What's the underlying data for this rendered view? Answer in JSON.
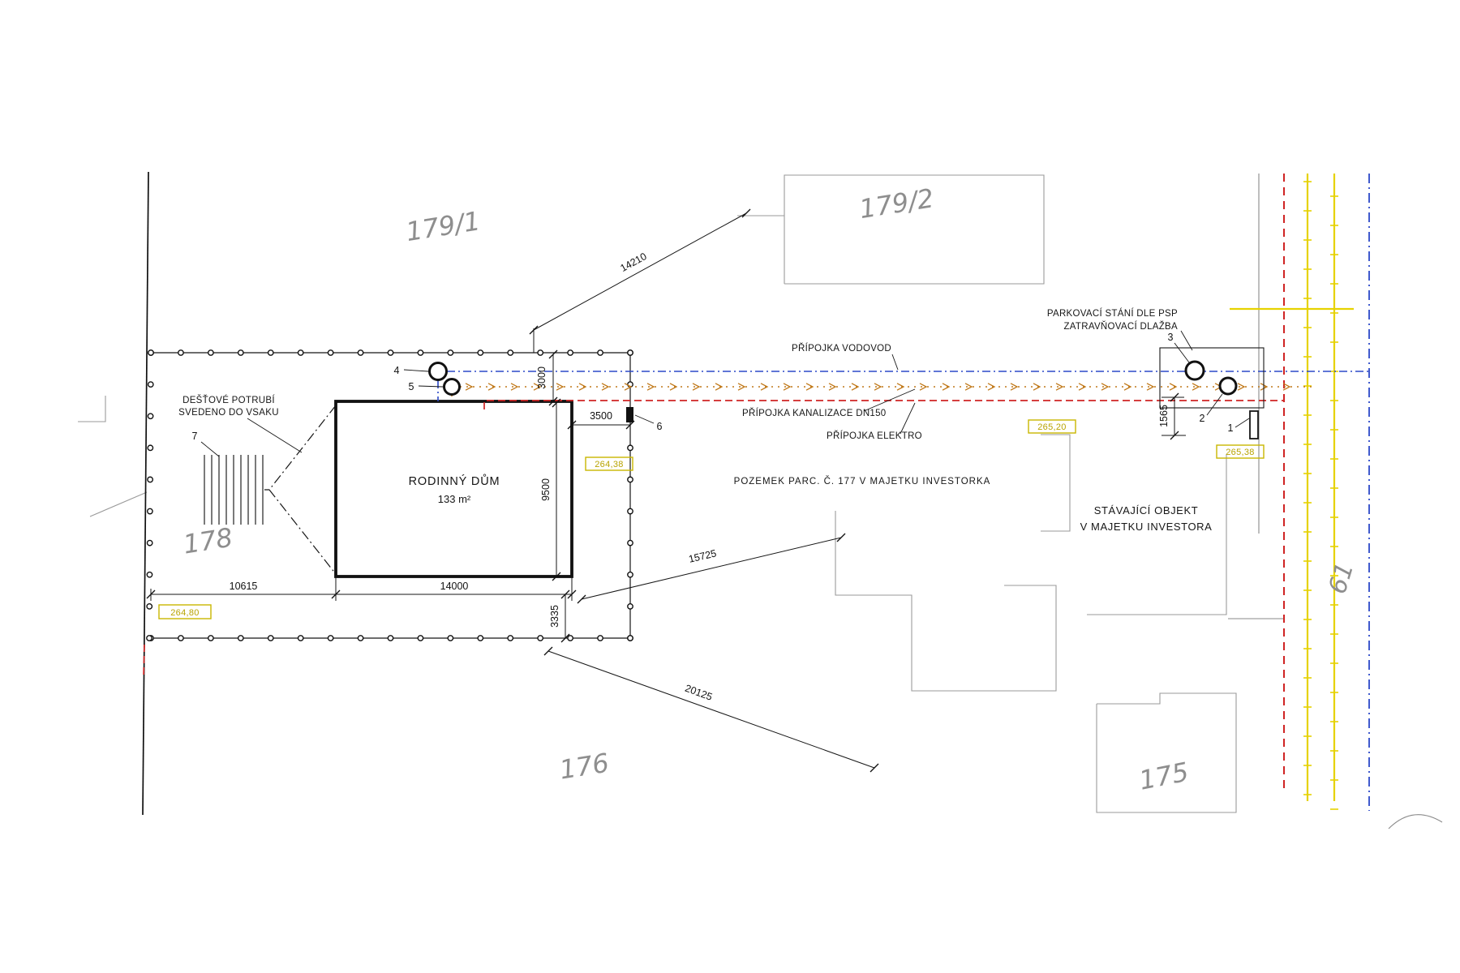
{
  "labels": {
    "rain1": "DEŠŤOVÉ POTRUBÍ",
    "rain2": "SVEDENO DO VSAKU",
    "house1": "RODINNÝ DŮM",
    "house2": "133 m²",
    "parcel_note": "POZEMEK PARC. Č. 177 V MAJETKU INVESTORKA",
    "existing1": "STÁVAJÍCÍ OBJEKT",
    "existing2": "V MAJETKU INVESTORA",
    "parking1": "PARKOVACÍ STÁNÍ DLE PSP",
    "parking2": "ZATRAVŇOVACÍ DLAŽBA",
    "water": "PŘÍPOJKA VODOVOD",
    "sewer": "PŘÍPOJKA KANALIZACE DN150",
    "electric": "PŘÍPOJKA ELEKTRO"
  },
  "parcels": {
    "p179_1": "179/1",
    "p179_2": "179/2",
    "p178": "178",
    "p176": "176",
    "p175": "175",
    "p61": "61"
  },
  "dimensions": {
    "d14210": "14210",
    "d3000": "3000",
    "d3500": "3500",
    "d9500": "9500",
    "d10615": "10615",
    "d14000": "14000",
    "d3335": "3335",
    "d15725": "15725",
    "d20125": "20125",
    "d1565": "1565"
  },
  "elevations": {
    "e1": "264,80",
    "e2": "264,38",
    "e3": "265,20",
    "e4": "265,38"
  },
  "points": {
    "n1": "1",
    "n2": "2",
    "n3": "3",
    "n4": "4",
    "n5": "5",
    "n6": "6",
    "n7": "7"
  },
  "colors": {
    "water": "#2b48c8",
    "sewer": "#c07818",
    "electric": "#cf2424",
    "road": "#e6d200",
    "elevation": "#b8a300"
  }
}
